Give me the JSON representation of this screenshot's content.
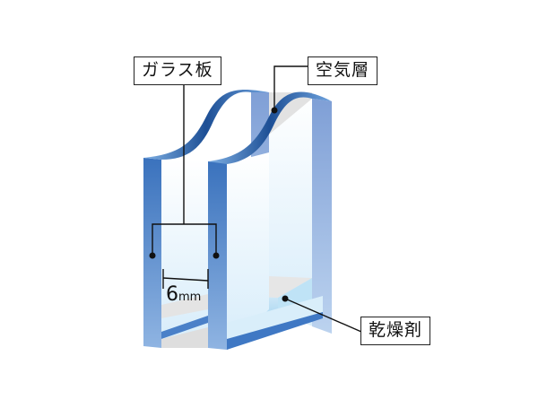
{
  "diagram": {
    "subject": "double-glazed glass cross section",
    "labels": {
      "glass_pane": "ガラス板",
      "air_layer": "空気層",
      "desiccant": "乾燥剤"
    },
    "dimension": {
      "value": "6",
      "unit": "mm"
    },
    "colors": {
      "glass_edge_dark": "#3a72bd",
      "glass_edge_light": "#9db8e3",
      "glass_face": "#eaf4fc",
      "spacer_top": "#e4e4e4",
      "spacer_face": "#bfe0f4",
      "leader_line": "#111111",
      "label_border": "#222222"
    }
  }
}
